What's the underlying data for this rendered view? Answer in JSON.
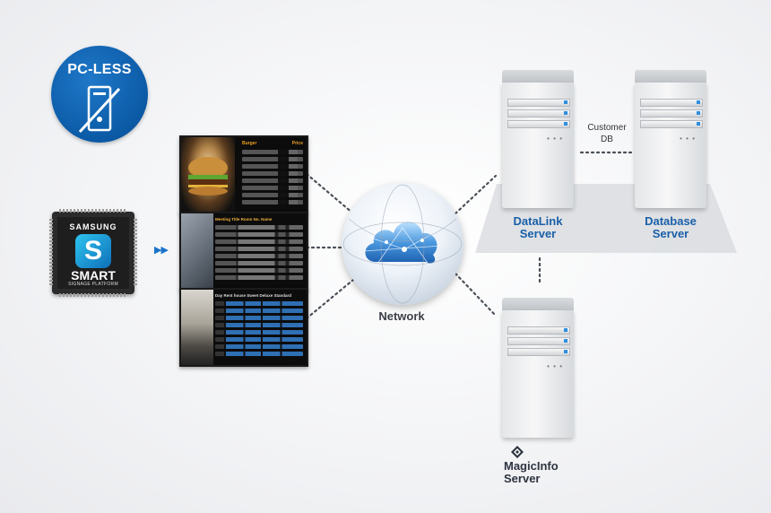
{
  "badge": {
    "label": "PC-LESS",
    "icon": "no-pc-icon",
    "color": "#0b5aa6"
  },
  "chip": {
    "brand": "SAMSUNG",
    "logo_letter": "S",
    "name": "SMART",
    "subtitle": "SIGNAGE PLATFORM",
    "arrows": "▶▶"
  },
  "displays": [
    {
      "name": "menu-board",
      "header_left": "Burger",
      "header_right": "Price"
    },
    {
      "name": "meeting-board",
      "header": "Meeting Title   Room No.   Name"
    },
    {
      "name": "room-rate-board",
      "header": "Day  Rent house  Sweet  Deluxe  Standard"
    }
  ],
  "network": {
    "label": "Network"
  },
  "servers": {
    "datalink": {
      "line1": "DataLink",
      "line2": "Server"
    },
    "database": {
      "line1": "Database",
      "line2": "Server"
    },
    "customer_db": {
      "line1": "Customer",
      "line2": "DB"
    },
    "magicinfo": {
      "line1": "MagicInfo",
      "line2": "Server",
      "icon": "magicinfo-logo-icon"
    }
  },
  "colors": {
    "accent": "#0b5aa6",
    "server_label": "#1a5fa8",
    "led": "#2d8fe0"
  }
}
